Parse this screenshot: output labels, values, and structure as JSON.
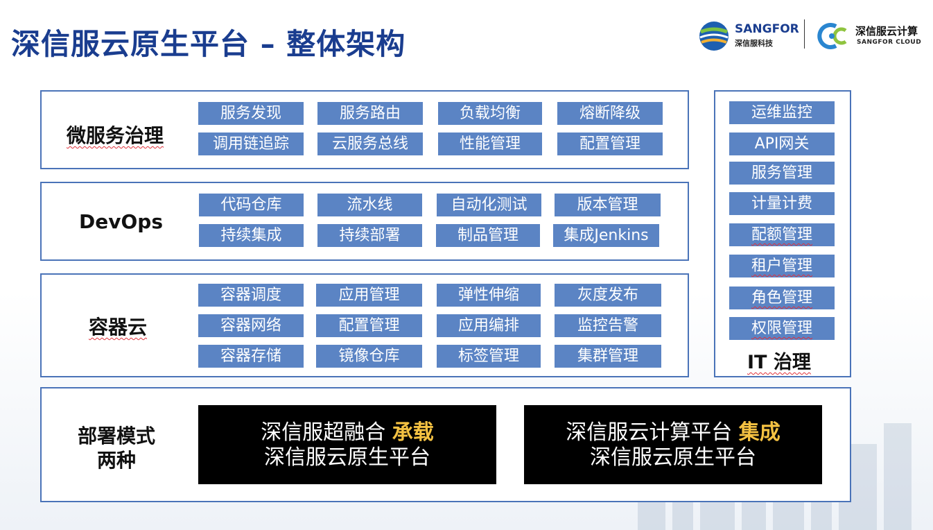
{
  "title": "深信服云原生平台 – 整体架构",
  "logos": {
    "sangfor_brand": "SANGFOR",
    "sangfor_cn": "深信服科技",
    "cloud_cn": "深信服云计算",
    "cloud_en": "SANGFOR CLOUD"
  },
  "sections": {
    "microservice": {
      "label": "微服务治理",
      "items": [
        "服务发现",
        "服务路由",
        "负载均衡",
        "熔断降级",
        "调用链追踪",
        "云服务总线",
        "性能管理",
        "配置管理"
      ]
    },
    "devops": {
      "label": "DevOps",
      "items": [
        "代码仓库",
        "流水线",
        "自动化测试",
        "版本管理",
        "持续集成",
        "持续部署",
        "制品管理",
        "集成Jenkins"
      ]
    },
    "container": {
      "label": "容器云",
      "items": [
        "容器调度",
        "应用管理",
        "弹性伸缩",
        "灰度发布",
        "容器网络",
        "配置管理",
        "应用编排",
        "监控告警",
        "容器存储",
        "镜像仓库",
        "标签管理",
        "集群管理"
      ]
    },
    "it_governance": {
      "label": "IT 治理",
      "items": [
        "运维监控",
        "API网关",
        "服务管理",
        "计量计费",
        "配额管理",
        "租户管理",
        "角色管理",
        "权限管理"
      ]
    },
    "deploy": {
      "label_line1": "部署模式",
      "label_line2": "两种",
      "box1": {
        "line1_prefix": "深信服超融合 ",
        "line1_highlight": "承载",
        "line2": "深信服云原生平台"
      },
      "box2": {
        "line1_prefix": "深信服云计算平台 ",
        "line1_highlight": "集成",
        "line2": "深信服云原生平台"
      }
    }
  },
  "colors": {
    "title": "#1a3d8f",
    "tag_bg": "#5b84c4",
    "panel_border": "#4a73b8",
    "highlight": "#f5c242"
  }
}
